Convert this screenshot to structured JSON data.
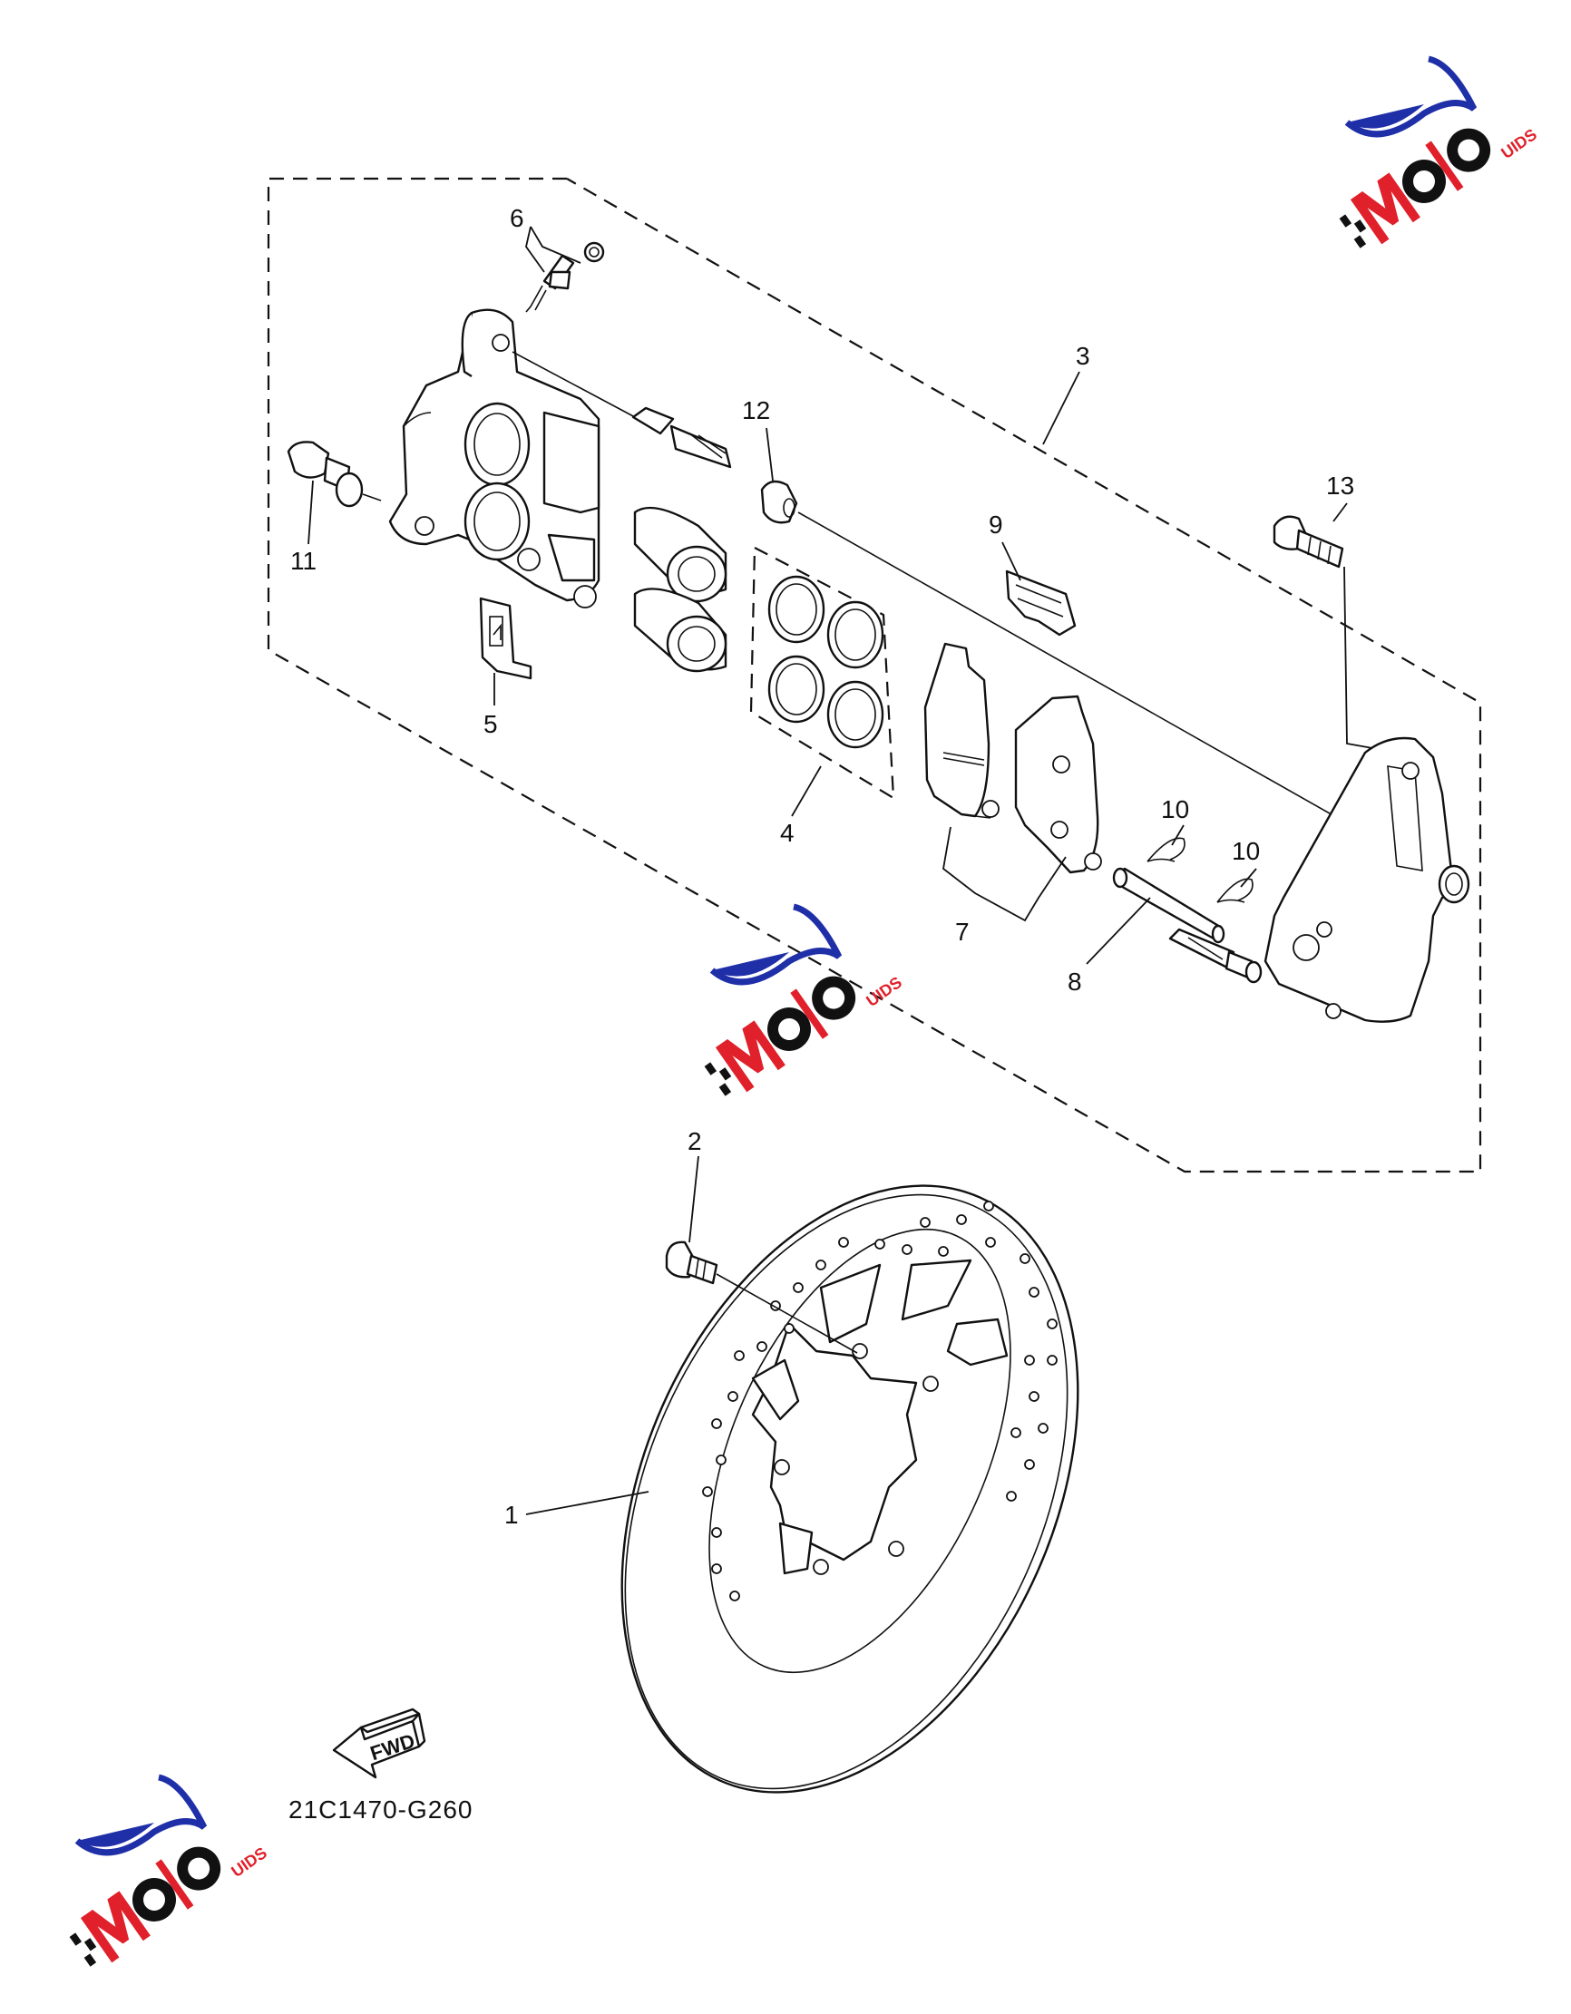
{
  "diagram": {
    "callouts": {
      "c1": "1",
      "c2": "2",
      "c3": "3",
      "c4": "4",
      "c5": "5",
      "c6": "6",
      "c7": "7",
      "c8": "8",
      "c9": "9",
      "c10a": "10",
      "c10b": "10",
      "c11": "11",
      "c12": "12",
      "c13": "13"
    },
    "fwd_label": "FWD",
    "drawing_code": "21C1470-G260"
  },
  "watermark": {
    "logo_text": "MOTO GUIDS",
    "colors": {
      "red": "#e0202a",
      "blue": "#1f2fa8",
      "black": "#111111"
    }
  }
}
